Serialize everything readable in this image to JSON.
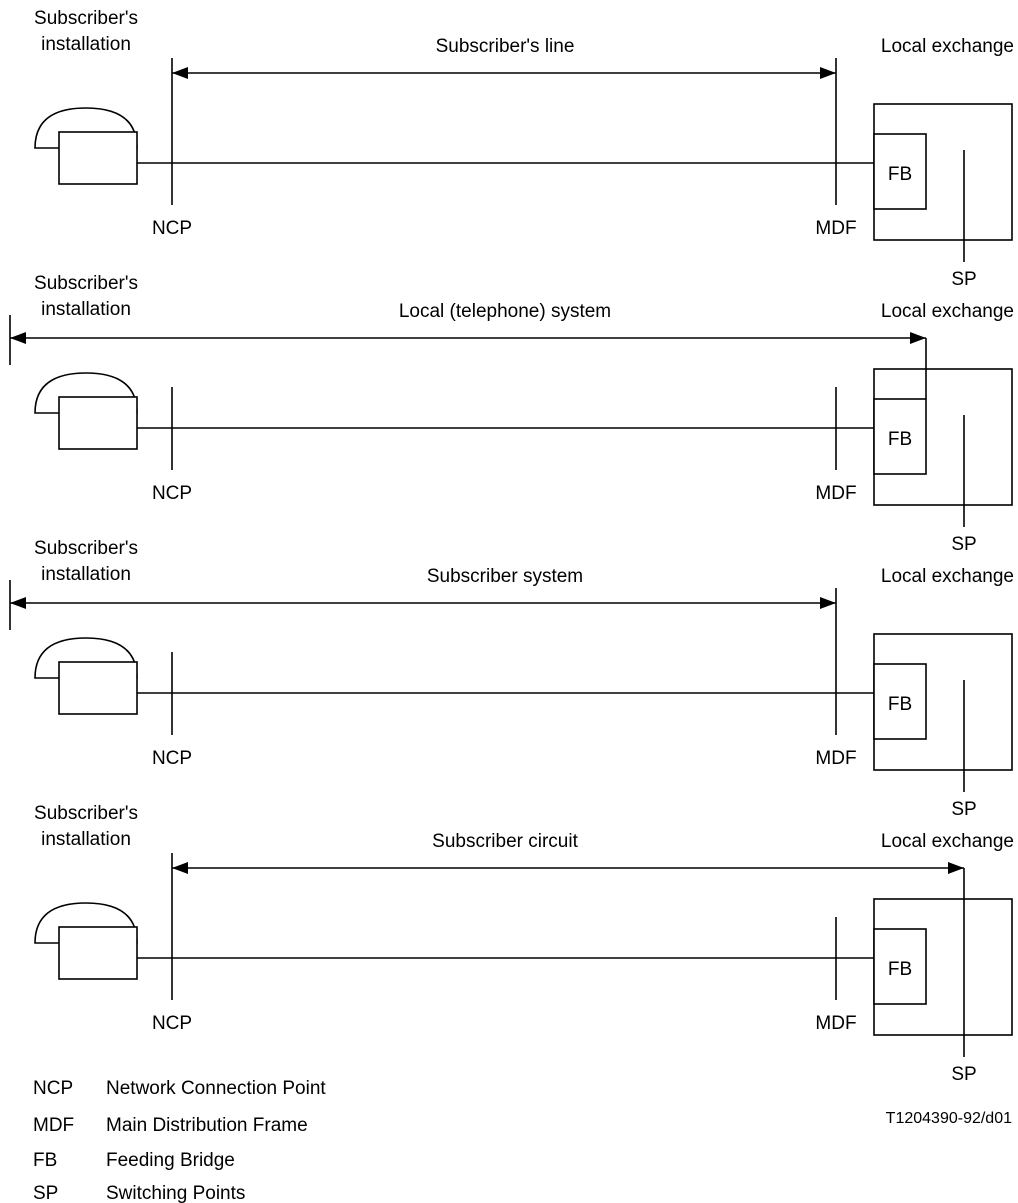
{
  "panels": [
    {
      "installation_label_line1": "Subscriber's",
      "installation_label_line2": "installation",
      "span_label": "Subscriber's line",
      "span_from": "NCP",
      "span_to": "MDF",
      "exchange_label": "Local exchange",
      "ncp_label": "NCP",
      "mdf_label": "MDF",
      "fb_label": "FB",
      "sp_label": "SP"
    },
    {
      "installation_label_line1": "Subscriber's",
      "installation_label_line2": "installation",
      "span_label": "Local (telephone) system",
      "span_from": "installation",
      "span_to": "FB",
      "exchange_label": "Local exchange",
      "ncp_label": "NCP",
      "mdf_label": "MDF",
      "fb_label": "FB",
      "sp_label": "SP"
    },
    {
      "installation_label_line1": "Subscriber's",
      "installation_label_line2": "installation",
      "span_label": "Subscriber system",
      "span_from": "installation",
      "span_to": "MDF",
      "exchange_label": "Local exchange",
      "ncp_label": "NCP",
      "mdf_label": "MDF",
      "fb_label": "FB",
      "sp_label": "SP"
    },
    {
      "installation_label_line1": "Subscriber's",
      "installation_label_line2": "installation",
      "span_label": "Subscriber circuit",
      "span_from": "NCP",
      "span_to": "SP",
      "exchange_label": "Local exchange",
      "ncp_label": "NCP",
      "mdf_label": "MDF",
      "fb_label": "FB",
      "sp_label": "SP"
    }
  ],
  "legend": [
    {
      "abbr": "NCP",
      "text": "Network Connection Point"
    },
    {
      "abbr": "MDF",
      "text": "Main Distribution Frame"
    },
    {
      "abbr": "FB",
      "text": "Feeding Bridge"
    },
    {
      "abbr": "SP",
      "text": "Switching Points"
    }
  ],
  "figure_id": "T1204390-92/d01"
}
